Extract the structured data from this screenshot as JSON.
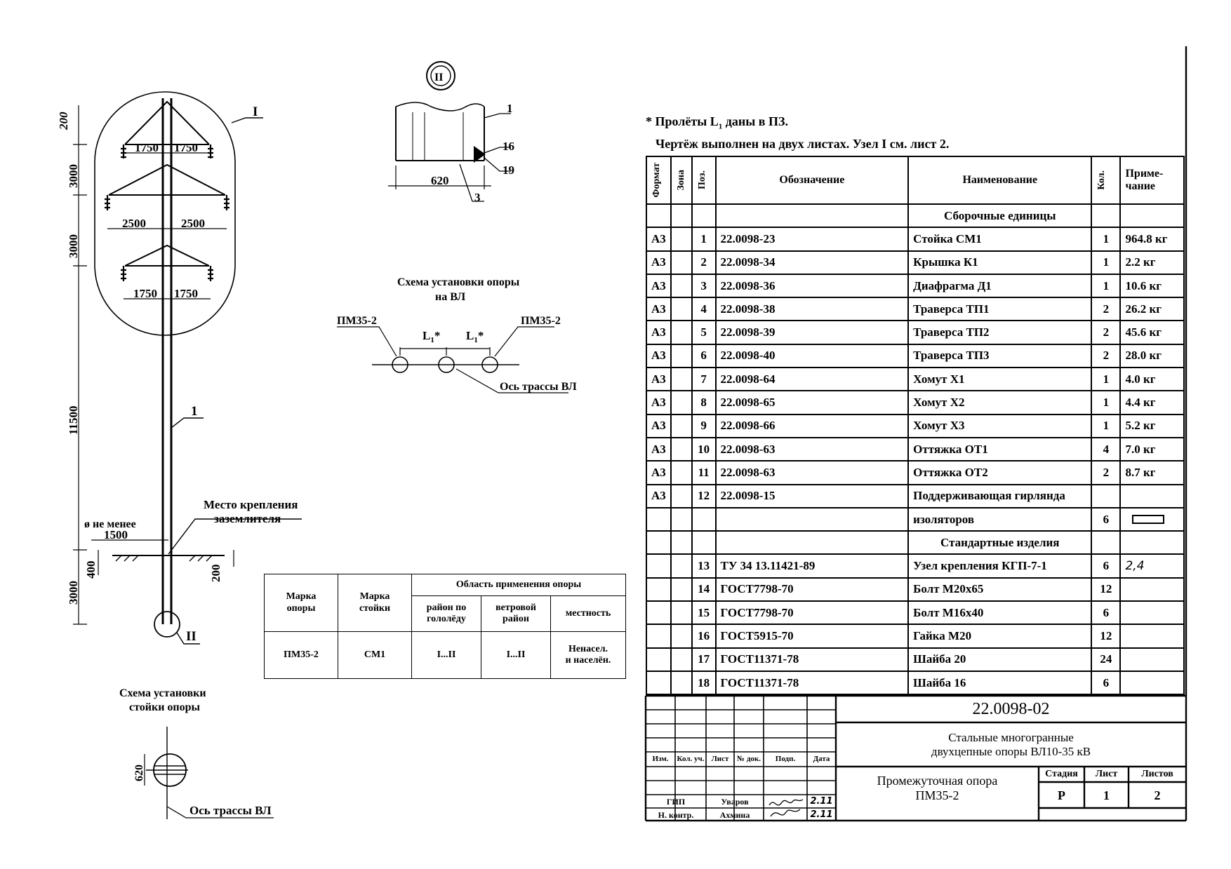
{
  "notes": {
    "spans": "* Пролёты L",
    "spans_sub": "1",
    "spans_tail": " даны в ПЗ.",
    "sheets": "Чертёж выполнен на двух листах.",
    "sheets_bold": " Узел I см. лист 2."
  },
  "pole_drawing": {
    "dims_vertical": [
      "200",
      "3000",
      "3000",
      "11500",
      "3000",
      "400",
      "200"
    ],
    "dims_horizontal": [
      "1750",
      "1750",
      "2500",
      "2500",
      "1750",
      "1750"
    ],
    "callouts": [
      "I",
      "1",
      "II"
    ],
    "ground_label": [
      "Место крепления",
      "заземлителя"
    ],
    "min_label": "ø не менее",
    "min_value": "1500"
  },
  "node_detail": {
    "marker": "II",
    "dim": "620",
    "callouts": [
      "1",
      "16",
      "19",
      "3"
    ]
  },
  "line_scheme": {
    "title": [
      "Схема установки опоры",
      "на ВЛ"
    ],
    "pole_left": "ПМ35-2",
    "pole_right": "ПМ35-2",
    "span_label": "L",
    "span_sub": "1",
    "span_star": "*",
    "axis_label": "Ось трассы ВЛ"
  },
  "stand_scheme": {
    "title": [
      "Схема установки",
      "стойки опоры"
    ],
    "dim": "620",
    "axis_label": "Ось трассы ВЛ"
  },
  "application_table": {
    "headers": {
      "mark": [
        "Марка",
        "опоры"
      ],
      "stand": [
        "Марка",
        "стойки"
      ],
      "area": "Область применения опоры",
      "ice": [
        "район по",
        "гололёду"
      ],
      "wind": [
        "ветровой",
        "район"
      ],
      "terrain": "местность"
    },
    "row": {
      "mark": "ПМ35-2",
      "stand": "СМ1",
      "ice": "I...II",
      "wind": "I...II",
      "terrain": [
        "Ненасел.",
        "и населён."
      ]
    }
  },
  "spec_table": {
    "headers": {
      "format": "Формат",
      "zone": "Зона",
      "pos": "Поз.",
      "designation": "Обозначение",
      "name": "Наименование",
      "qty": "Кол.",
      "note": [
        "Приме-",
        "чание"
      ]
    },
    "sections": {
      "assemblies": "Сборочные единицы",
      "standard": "Стандартные изделия"
    },
    "assembly_rows": [
      {
        "fmt": "А3",
        "pos": "1",
        "des": "22.0098-23",
        "name": "Стойка СМ1",
        "qty": "1",
        "note": "964.8 кг"
      },
      {
        "fmt": "А3",
        "pos": "2",
        "des": "22.0098-34",
        "name": "Крышка К1",
        "qty": "1",
        "note": "2.2 кг"
      },
      {
        "fmt": "А3",
        "pos": "3",
        "des": "22.0098-36",
        "name": "Диафрагма Д1",
        "qty": "1",
        "note": "10.6 кг"
      },
      {
        "fmt": "А3",
        "pos": "4",
        "des": "22.0098-38",
        "name": "Траверса ТП1",
        "qty": "2",
        "note": "26.2 кг"
      },
      {
        "fmt": "А3",
        "pos": "5",
        "des": "22.0098-39",
        "name": "Траверса ТП2",
        "qty": "2",
        "note": "45.6 кг"
      },
      {
        "fmt": "А3",
        "pos": "6",
        "des": "22.0098-40",
        "name": "Траверса ТП3",
        "qty": "2",
        "note": "28.0 кг"
      },
      {
        "fmt": "А3",
        "pos": "7",
        "des": "22.0098-64",
        "name": "Хомут Х1",
        "qty": "1",
        "note": "4.0 кг"
      },
      {
        "fmt": "А3",
        "pos": "8",
        "des": "22.0098-65",
        "name": "Хомут Х2",
        "qty": "1",
        "note": "4.4 кг"
      },
      {
        "fmt": "А3",
        "pos": "9",
        "des": "22.0098-66",
        "name": "Хомут Х3",
        "qty": "1",
        "note": "5.2 кг"
      },
      {
        "fmt": "А3",
        "pos": "10",
        "des": "22.0098-63",
        "name": "Оттяжка ОТ1",
        "qty": "4",
        "note": "7.0 кг"
      },
      {
        "fmt": "А3",
        "pos": "11",
        "des": "22.0098-63",
        "name": "Оттяжка ОТ2",
        "qty": "2",
        "note": "8.7 кг"
      },
      {
        "fmt": "А3",
        "pos": "12",
        "des": "22.0098-15",
        "name": "Поддерживающая гирлянда",
        "qty": "",
        "note": ""
      },
      {
        "fmt": "",
        "pos": "",
        "des": "",
        "name": "изоляторов",
        "qty": "6",
        "note": ""
      }
    ],
    "standard_rows": [
      {
        "fmt": "",
        "pos": "13",
        "des": "ТУ 34 13.11421-89",
        "name": "Узел крепления КГП-7-1",
        "qty": "6",
        "note": "2,4"
      },
      {
        "fmt": "",
        "pos": "14",
        "des": "ГОСТ7798-70",
        "name": "Болт М20х65",
        "qty": "12",
        "note": ""
      },
      {
        "fmt": "",
        "pos": "15",
        "des": "ГОСТ7798-70",
        "name": "Болт М16х40",
        "qty": "6",
        "note": ""
      },
      {
        "fmt": "",
        "pos": "16",
        "des": "ГОСТ5915-70",
        "name": "Гайка М20",
        "qty": "12",
        "note": ""
      },
      {
        "fmt": "",
        "pos": "17",
        "des": "ГОСТ11371-78",
        "name": "Шайба 20",
        "qty": "24",
        "note": ""
      },
      {
        "fmt": "",
        "pos": "18",
        "des": "ГОСТ11371-78",
        "name": "Шайба 16",
        "qty": "6",
        "note": ""
      }
    ]
  },
  "title_block": {
    "doc_number": "22.0098-02",
    "project_line1": "Стальные многогранные",
    "project_line2": "двухцепные опоры ВЛ10-35 кВ",
    "sheet_title_line1": "Промежуточная опора",
    "sheet_title_line2": "ПМ35-2",
    "labels": {
      "stage": "Стадия",
      "sheet": "Лист",
      "sheets": "Листов"
    },
    "values": {
      "stage": "Р",
      "sheet": "1",
      "sheets": "2"
    },
    "col_headers": [
      "Изм.",
      "Кол. уч.",
      "Лист",
      "№ док.",
      "Подп.",
      "Дата"
    ],
    "signers": [
      {
        "role": "ГИП",
        "name": "Уваров",
        "date": "2.11"
      },
      {
        "role": "Н. контр.",
        "name": "Ахмина",
        "date": "2.11"
      }
    ]
  }
}
